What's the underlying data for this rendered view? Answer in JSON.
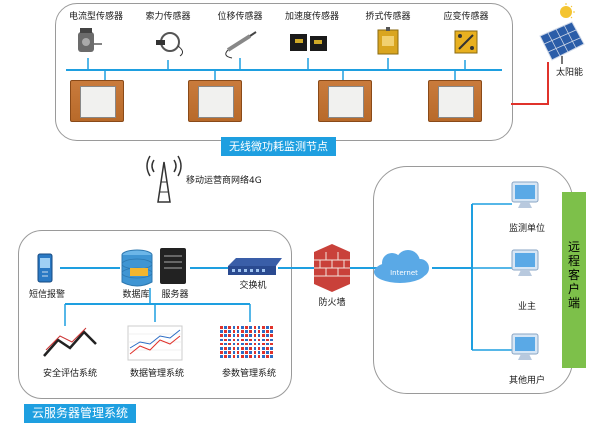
{
  "sensors": [
    {
      "label": "电流型传感器",
      "icon": "current-sensor-icon"
    },
    {
      "label": "索力传感器",
      "icon": "cable-force-sensor-icon"
    },
    {
      "label": "位移传感器",
      "icon": "displacement-sensor-icon"
    },
    {
      "label": "加速度传感器",
      "icon": "accelerometer-icon"
    },
    {
      "label": "挢式传感器",
      "icon": "bridge-sensor-icon"
    },
    {
      "label": "应变传感器",
      "icon": "strain-sensor-icon"
    }
  ],
  "solar_label": "太阳能",
  "wireless_node_label": "无线微功耗监测节点",
  "mobile_network_label": "移动运营商网络4G",
  "server_system": {
    "title": "云服务器管理系统",
    "items": [
      "短信报警",
      "数据库",
      "服务器",
      "交换机"
    ],
    "systems": [
      "安全评估系统",
      "数据管理系统",
      "参数管理系统"
    ]
  },
  "firewall_label": "防火墙",
  "internet_label": "Internet",
  "remote": {
    "title_chars": [
      "远",
      "程",
      "客",
      "户",
      "端"
    ],
    "users": [
      "监测单位",
      "业主",
      "其他用户"
    ]
  },
  "colors": {
    "link": "#1e9fe0",
    "red_line": "#e0322b",
    "green": "#7dc04a"
  }
}
